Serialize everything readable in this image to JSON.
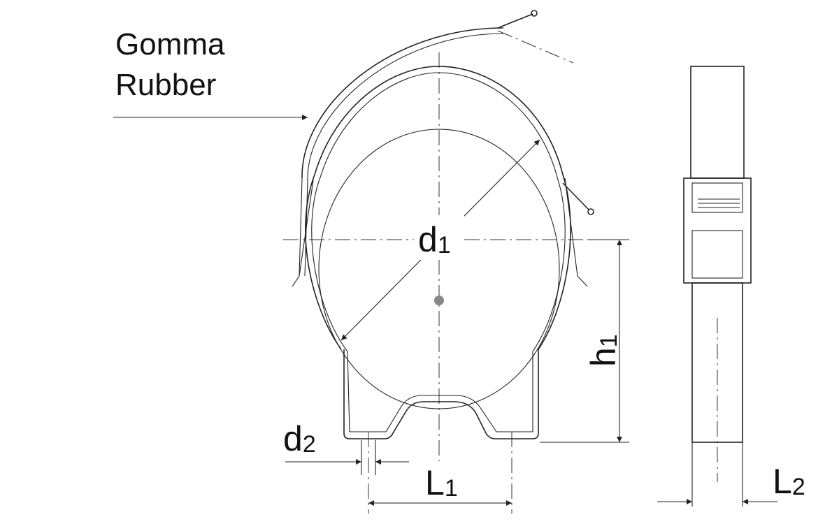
{
  "labels": {
    "material_it": "Gomma",
    "material_en": "Rubber",
    "d1_main": "d",
    "d1_sub": "1",
    "d2_main": "d",
    "d2_sub": "2",
    "h1_main": "h",
    "h1_sub": "1",
    "l1_main": "L",
    "l1_sub": "1",
    "l2_main": "L",
    "l2_sub": "2"
  },
  "colors": {
    "line": "#222222",
    "background": "#ffffff"
  }
}
